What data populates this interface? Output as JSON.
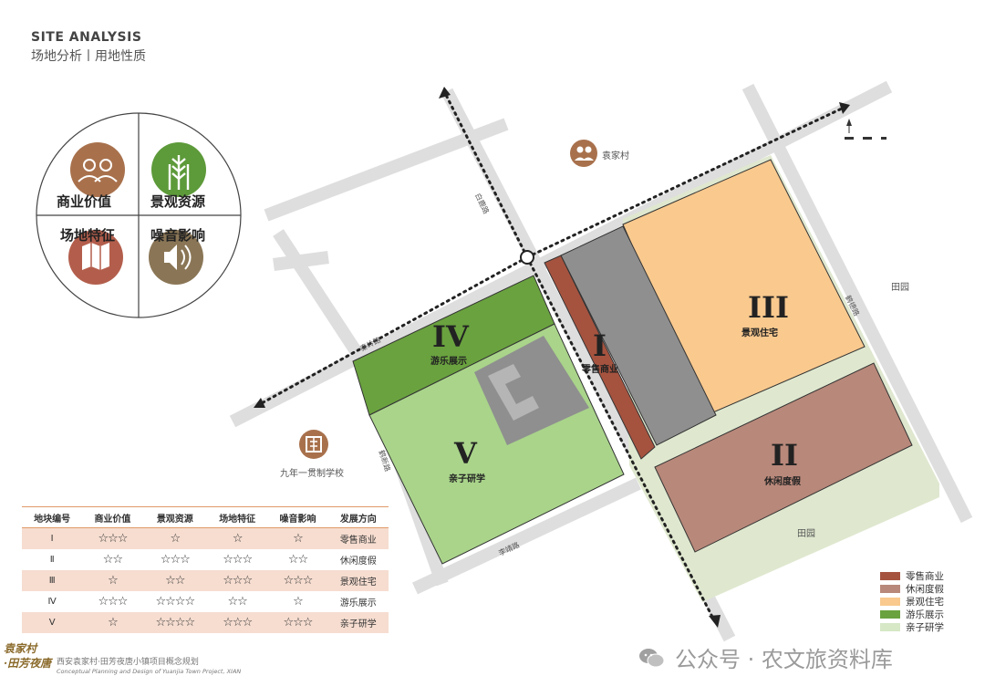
{
  "header": {
    "title_en": "SITE ANALYSIS",
    "title_cn": "场地分析丨用地性质"
  },
  "factors": [
    {
      "label": "商业价值",
      "icon": "people-icon",
      "color": "#a8714c"
    },
    {
      "label": "景观资源",
      "icon": "wheat-icon",
      "color": "#5d9a3a"
    },
    {
      "label": "场地特征",
      "icon": "map-icon",
      "color": "#b35e4c"
    },
    {
      "label": "噪音影响",
      "icon": "speaker-icon",
      "color": "#8a7656"
    }
  ],
  "map": {
    "plots": [
      {
        "numeral": "I",
        "name": "零售商业",
        "color": "#a5533f"
      },
      {
        "numeral": "II",
        "name": "休闲度假",
        "color": "#b8887a"
      },
      {
        "numeral": "III",
        "name": "景观住宅",
        "color": "#f9c98e"
      },
      {
        "numeral": "IV",
        "name": "游乐展示",
        "color": "#6aa23f"
      },
      {
        "numeral": "V",
        "name": "亲子研学",
        "color": "#a9d48a"
      }
    ],
    "roads": [
      "白鹿路",
      "秦岭路",
      "鹤新路",
      "鹤德路",
      "李靖路"
    ],
    "places": {
      "village": "袁家村",
      "school": "九年一贯制学校",
      "field_1": "田园",
      "field_2": "田园"
    }
  },
  "table": {
    "headers": [
      "地块编号",
      "商业价值",
      "景观资源",
      "场地特征",
      "噪音影响",
      "发展方向"
    ],
    "rows": [
      [
        "Ⅰ",
        "☆☆☆",
        "☆",
        "☆",
        "☆",
        "零售商业"
      ],
      [
        "Ⅱ",
        "☆☆",
        "☆☆☆",
        "☆☆☆",
        "☆☆",
        "休闲度假"
      ],
      [
        "Ⅲ",
        "☆",
        "☆☆",
        "☆☆☆",
        "☆☆☆",
        "景观住宅"
      ],
      [
        "Ⅳ",
        "☆☆☆",
        "☆☆☆☆",
        "☆☆",
        "☆",
        "游乐展示"
      ],
      [
        "Ⅴ",
        "☆",
        "☆☆☆☆",
        "☆☆☆",
        "☆☆☆",
        "亲子研学"
      ]
    ]
  },
  "legend": [
    {
      "label": "零售商业",
      "color": "#a5533f"
    },
    {
      "label": "休闲度假",
      "color": "#b8887a"
    },
    {
      "label": "景观住宅",
      "color": "#f9c98e"
    },
    {
      "label": "游乐展示",
      "color": "#6aa23f"
    },
    {
      "label": "亲子研学",
      "color": "#d6e8c6"
    }
  ],
  "footer": {
    "logo_line1": "袁家村",
    "logo_line2": "·田芳夜唐",
    "cn": "西安袁家村·田芳夜唐小镇项目概念规划",
    "en": "Conceptual Planning and Design of Yuanjia Town Project, XIAN"
  },
  "watermark": "公众号 · 农文旅资料库"
}
